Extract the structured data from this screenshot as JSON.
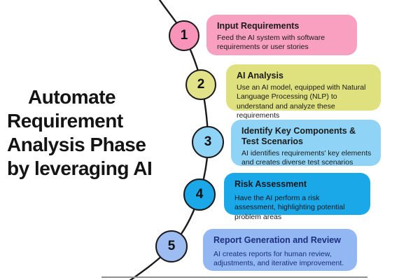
{
  "title": {
    "lines": [
      "Automate",
      "Requirement",
      "Analysis Phase",
      "by leveraging AI"
    ]
  },
  "timeline": {
    "line_color": "#1a1a1a"
  },
  "steps": [
    {
      "number": "1",
      "heading": "Input Requirements",
      "body": "Feed the AI system with software requirements or user stories",
      "box_color": "#F99FC0",
      "circle_color": "#F893BA",
      "text_color": "#1a1a1a"
    },
    {
      "number": "2",
      "heading": "AI Analysis",
      "body": "Use an AI model, equipped with Natural Language Processing (NLP) to understand and analyze these requirements",
      "box_color": "#DFE07E",
      "circle_color": "#E2E388",
      "text_color": "#1a1a1a"
    },
    {
      "number": "3",
      "heading": "Identify Key Components & Test Scenarios",
      "body": "AI identifies requirements' key elements and creates diverse test scenarios",
      "box_color": "#8FD4F7",
      "circle_color": "#8FD4F7",
      "text_color": "#1a1a1a"
    },
    {
      "number": "4",
      "heading": "Risk Assessment",
      "body": "Have the AI perform a risk assessment, highlighting potential problem areas",
      "box_color": "#1BA8E8",
      "circle_color": "#1BA8E8",
      "text_color": "#10181f"
    },
    {
      "number": "5",
      "heading": "Report Generation and Review",
      "body": "AI creates reports for human review, adjustments, and iterative improvement.",
      "box_color": "#93B7F2",
      "circle_color": "#9DBCF2",
      "text_color": "#1b2f7e"
    }
  ],
  "divider_color": "#8f8f8f"
}
